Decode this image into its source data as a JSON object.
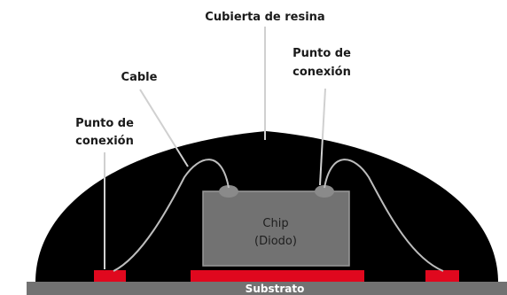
{
  "labels": {
    "resin_cover": "Cubierta de resina",
    "cable": "Cable",
    "connection_point_right_line1": "Punto de",
    "connection_point_right_line2": "conexión",
    "connection_point_left_line1": "Punto de",
    "connection_point_left_line2": "conexión",
    "chip_line1": "Chip",
    "chip_line2": "(Diodo)",
    "substrate": "Substrato"
  },
  "colors": {
    "resin": "#000000",
    "chip": "#727272",
    "chip_border": "#9a9a9a",
    "substrate": "#727272",
    "contact_pads": "#e0081e",
    "wires": "#bdbdbd",
    "pointer_lines": "#d0d0d0"
  }
}
